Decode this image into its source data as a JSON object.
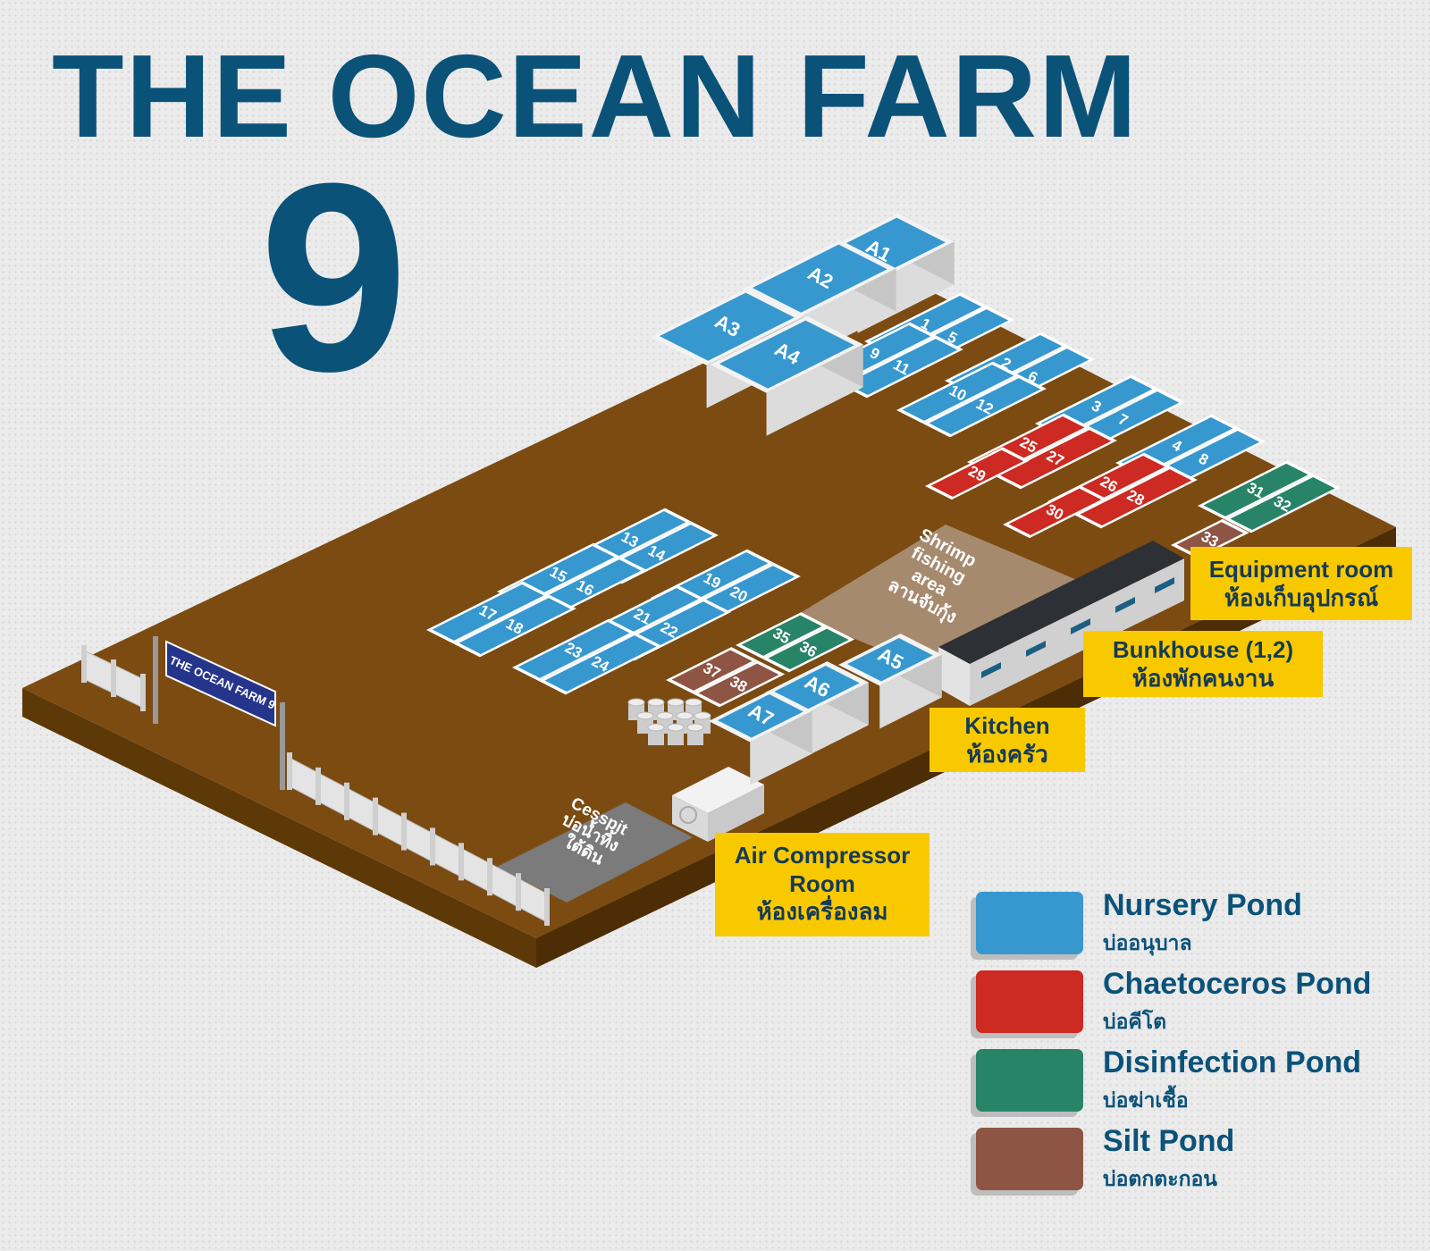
{
  "header": {
    "title": "THE OCEAN FARM",
    "subtitle": "9"
  },
  "colors": {
    "nursery": "#3798cf",
    "chaetoceros": "#cc2a22",
    "disinfection": "#278466",
    "silt": "#8e5544",
    "ground": "#7b4b12",
    "callout": "#f9c900",
    "title": "#0b5279"
  },
  "ponds": [
    {
      "label": "A1",
      "type": "nursery"
    },
    {
      "label": "A2",
      "type": "nursery"
    },
    {
      "label": "A3",
      "type": "nursery"
    },
    {
      "label": "A4",
      "type": "nursery"
    },
    {
      "label": "A5",
      "type": "nursery"
    },
    {
      "label": "A6",
      "type": "nursery"
    },
    {
      "label": "A7",
      "type": "nursery"
    },
    {
      "label": "1",
      "type": "nursery"
    },
    {
      "label": "2",
      "type": "nursery"
    },
    {
      "label": "3",
      "type": "nursery"
    },
    {
      "label": "4",
      "type": "nursery"
    },
    {
      "label": "5",
      "type": "nursery"
    },
    {
      "label": "6",
      "type": "nursery"
    },
    {
      "label": "7",
      "type": "nursery"
    },
    {
      "label": "8",
      "type": "nursery"
    },
    {
      "label": "9",
      "type": "nursery"
    },
    {
      "label": "10",
      "type": "nursery"
    },
    {
      "label": "11",
      "type": "nursery"
    },
    {
      "label": "12",
      "type": "nursery"
    },
    {
      "label": "13",
      "type": "nursery"
    },
    {
      "label": "14",
      "type": "nursery"
    },
    {
      "label": "15",
      "type": "nursery"
    },
    {
      "label": "16",
      "type": "nursery"
    },
    {
      "label": "17",
      "type": "nursery"
    },
    {
      "label": "18",
      "type": "nursery"
    },
    {
      "label": "19",
      "type": "nursery"
    },
    {
      "label": "20",
      "type": "nursery"
    },
    {
      "label": "21",
      "type": "nursery"
    },
    {
      "label": "22",
      "type": "nursery"
    },
    {
      "label": "23",
      "type": "nursery"
    },
    {
      "label": "24",
      "type": "nursery"
    },
    {
      "label": "25",
      "type": "chaetoceros"
    },
    {
      "label": "26",
      "type": "chaetoceros"
    },
    {
      "label": "27",
      "type": "chaetoceros"
    },
    {
      "label": "28",
      "type": "chaetoceros"
    },
    {
      "label": "29",
      "type": "chaetoceros"
    },
    {
      "label": "30",
      "type": "chaetoceros"
    },
    {
      "label": "31",
      "type": "disinfection"
    },
    {
      "label": "32",
      "type": "disinfection"
    },
    {
      "label": "33",
      "type": "silt"
    },
    {
      "label": "35",
      "type": "disinfection"
    },
    {
      "label": "36",
      "type": "disinfection"
    },
    {
      "label": "37",
      "type": "silt"
    },
    {
      "label": "38",
      "type": "silt"
    }
  ],
  "areas": {
    "shrimp_fishing": [
      "Shrimp",
      "fishing",
      "area",
      "ลานจับกุ้ง"
    ],
    "cesspit": [
      "Cesspit",
      "บ่อน้ำทิ้ง",
      "ใต้ดิน"
    ]
  },
  "sign": "THE OCEAN FARM 9",
  "callouts": {
    "equipment_room": {
      "en": "Equipment room",
      "th": "ห้องเก็บอุปกรณ์"
    },
    "bunkhouse": {
      "en": "Bunkhouse (1,2)",
      "th": "ห้องพักคนงาน"
    },
    "kitchen": {
      "en": "Kitchen",
      "th": "ห้องครัว"
    },
    "air_compressor": {
      "en1": "Air Compressor",
      "en2": "Room",
      "th": "ห้องเครื่องลม"
    }
  },
  "legend": [
    {
      "en": "Nursery Pond",
      "th": "บ่ออนุบาล",
      "color": "#3798cf"
    },
    {
      "en": "Chaetoceros Pond",
      "th": "บ่อคีโต",
      "color": "#cc2a22"
    },
    {
      "en": "Disinfection Pond",
      "th": "บ่อฆ่าเชื้อ",
      "color": "#278466"
    },
    {
      "en": "Silt Pond",
      "th": "บ่อตกตะกอน",
      "color": "#8e5544"
    }
  ]
}
